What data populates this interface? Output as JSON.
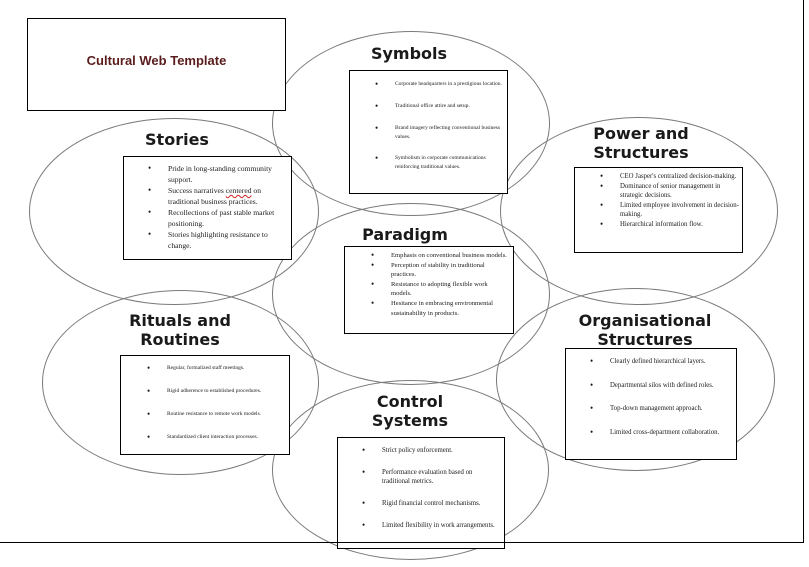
{
  "template_title": "Cultural Web Template",
  "paradigm": {
    "title": "Paradigm",
    "items": [
      "Emphasis on conventional business models.",
      "Perception of stability in traditional practices.",
      "Resistance to adopting flexible work models.",
      "Hesitance in embracing environmental sustainability in products."
    ]
  },
  "symbols": {
    "title": "Symbols",
    "items": [
      "Corporate headquarters in a prestigious location.",
      "Traditional office attire and setup.",
      "Brand imagery reflecting conventional business values.",
      "Symbolism in corporate communications reinforcing traditional values."
    ]
  },
  "stories": {
    "title": "Stories",
    "item1": "Pride in long-standing community support.",
    "item2_pre": "Success narratives ",
    "item2_misspelled": "centered",
    "item2_post": " on traditional business practices.",
    "item3": "Recollections of past stable market positioning.",
    "item4": "Stories highlighting resistance to change."
  },
  "power": {
    "title_line1": "Power and",
    "title_line2": "Structures",
    "items": [
      "CEO Jasper's centralized decision-making.",
      "Dominance of senior management in strategic decisions.",
      "Limited employee involvement in decision-making.",
      "Hierarchical information flow."
    ]
  },
  "rituals": {
    "title_line1": "Rituals and",
    "title_line2": "Routines",
    "items": [
      "Regular, formalized staff meetings.",
      "Rigid adherence to established procedures.",
      "Routine resistance to remote work models.",
      "Standardized client interaction processes."
    ]
  },
  "org": {
    "title_line1": "Organisational",
    "title_line2": "Structures",
    "items": [
      "Clearly defined hierarchical layers.",
      "Departmental silos with defined roles.",
      "Top-down management approach.",
      "Limited cross-department collaboration."
    ]
  },
  "control": {
    "title_line1": "Control",
    "title_line2": "Systems",
    "items": [
      "Strict policy enforcement.",
      "Performance evaluation based on traditional metrics.",
      "Rigid financial control mechanisms.",
      "Limited flexibility in work arrangements."
    ]
  }
}
